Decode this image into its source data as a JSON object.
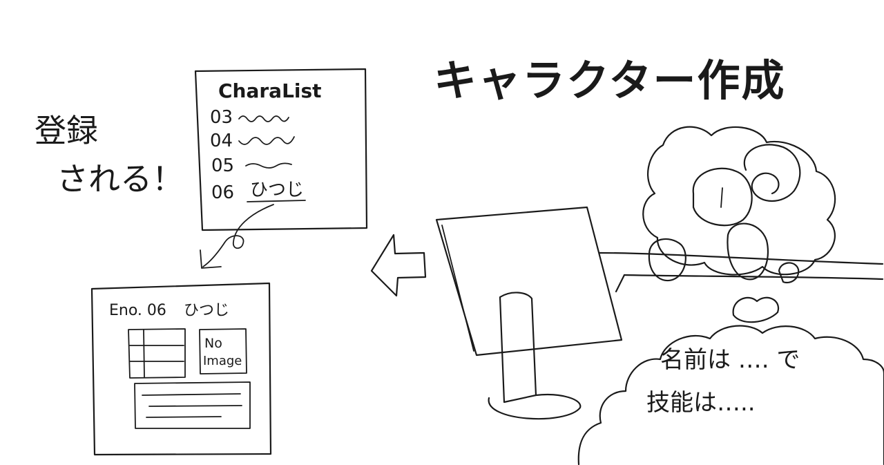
{
  "title": "キャラクター作成",
  "registered_note": {
    "line1": "登録",
    "line2": "される！"
  },
  "chara_list": {
    "heading": "CharaList",
    "entries": [
      {
        "no": "03",
        "name": ""
      },
      {
        "no": "04",
        "name": ""
      },
      {
        "no": "05",
        "name": ""
      },
      {
        "no": "06",
        "name": "ひつじ"
      }
    ]
  },
  "profile_card": {
    "eno_label": "Eno. 06",
    "name": "ひつじ",
    "image_placeholder_line1": "No",
    "image_placeholder_line2": "Image"
  },
  "thought_bubble": {
    "line1": "名前は …. で",
    "line2": "技能は….."
  }
}
